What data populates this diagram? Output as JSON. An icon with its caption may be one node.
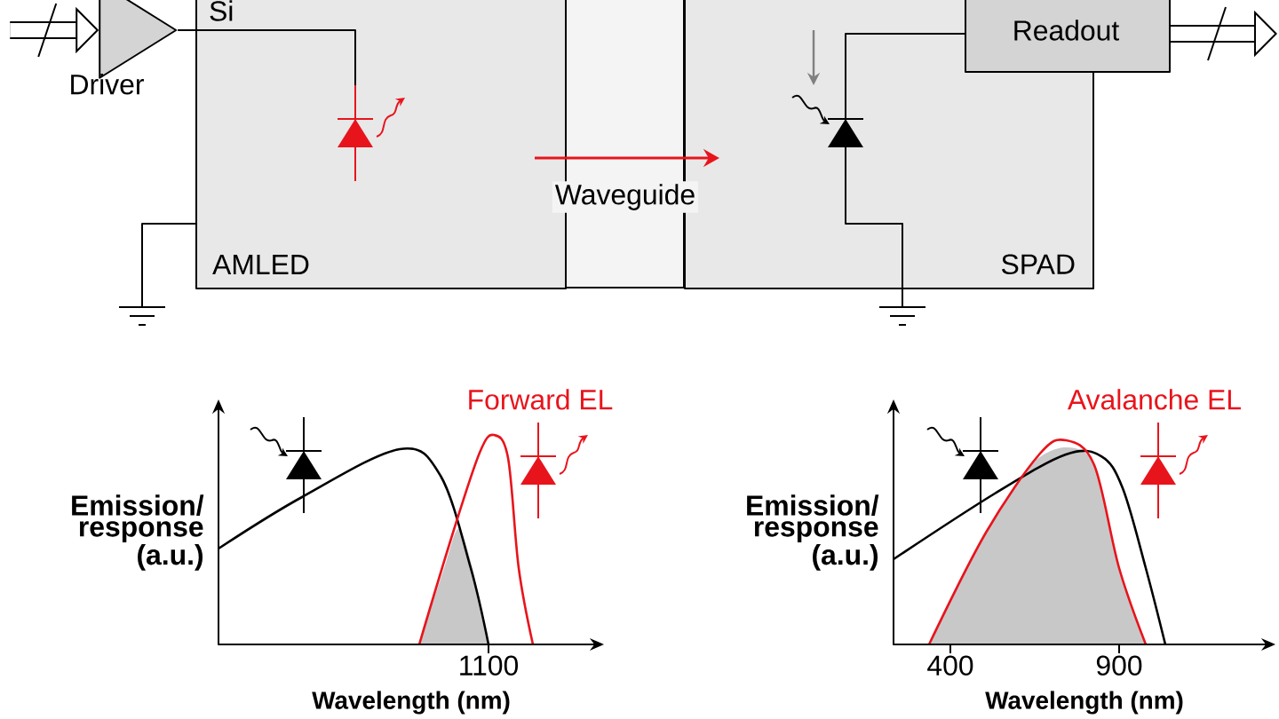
{
  "diagram": {
    "nodes": [
      {
        "text": [
          "Driver"
        ]
      },
      {
        "text": [
          "AMLED"
        ]
      },
      {
        "text": [
          "SPAD"
        ]
      },
      {
        "text": [
          "Readout"
        ]
      }
    ],
    "edges": [
      {
        "from": null,
        "to": 0,
        "arrow": "to",
        "style": "thick"
      },
      {
        "from": 1,
        "to": 2,
        "arrow": "to",
        "color": "#e8141c",
        "label": "Waveguide"
      },
      {
        "from": 3,
        "to": null,
        "arrow": "to",
        "style": "thick"
      },
      {
        "from": 0,
        "to": 1,
        "arrow": "none"
      },
      {
        "from": 2,
        "to": 3,
        "arrow": "none"
      }
    ],
    "labels": [
      "Si",
      "Emission/ response (a.u.)",
      "Forward EL",
      "1100",
      "Wavelength (nm)",
      "Emission/ response (a.u.)",
      "Avalanche EL",
      "400",
      "900",
      "Wavelength (nm)"
    ]
  }
}
